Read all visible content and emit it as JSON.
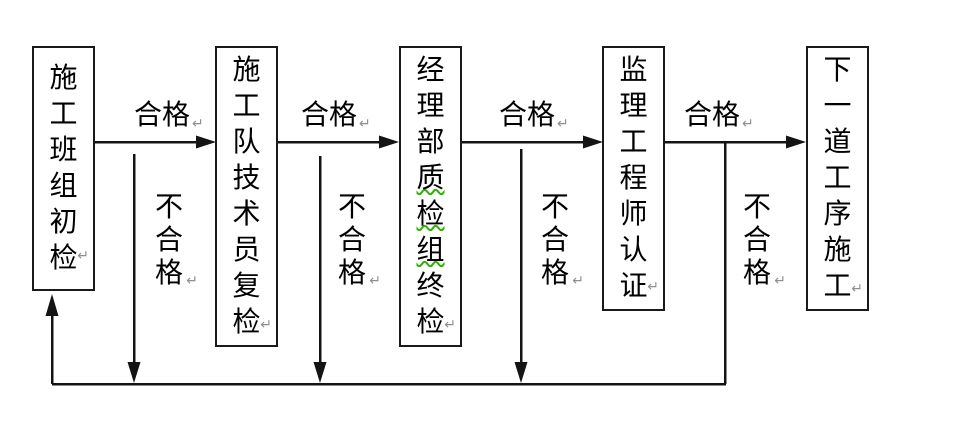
{
  "diagram": {
    "description": "construction-quality-inspection-flowchart",
    "boxes": [
      {
        "text": "施工班组初检"
      },
      {
        "text": "施工队技术员复检"
      },
      {
        "text_pre": "经理部",
        "text_spellchecked": "质检组",
        "text_post": "终检"
      },
      {
        "text": "监理工程师认证"
      },
      {
        "text": "下一道工序施工"
      }
    ],
    "pass_label": "合格",
    "fail_label": "不合格",
    "line_break_mark": "↵",
    "colors": {
      "line": "#141414",
      "box_border": "#1a1a1a",
      "spellcheck_wave": "#2db300",
      "format_mark": "#8f8f8f",
      "background": "#ffffff"
    }
  }
}
